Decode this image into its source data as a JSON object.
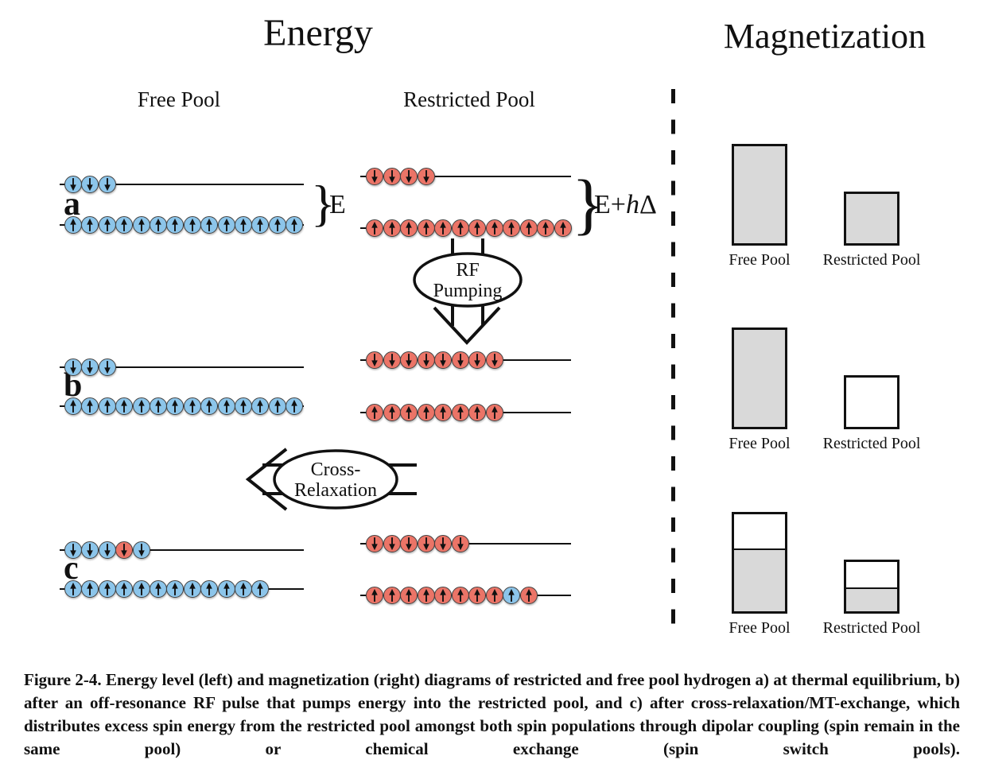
{
  "titles": {
    "energy": "Energy",
    "magnetization": "Magnetization"
  },
  "column_headers": {
    "free": "Free Pool",
    "restricted": "Restricted Pool"
  },
  "energy_labels": {
    "brace": "}",
    "e": "E",
    "e_plus": {
      "pre": "E+",
      "h": "h",
      "delta": "Δ"
    }
  },
  "process_bubbles": {
    "rf": {
      "line1": "RF",
      "line2": "Pumping"
    },
    "cross": {
      "line1": "Cross-",
      "line2": "Relaxation"
    }
  },
  "colors": {
    "blue": "#8cc5ea",
    "red": "#eb7467",
    "bar_gray": "#d9d9d9",
    "line": "#111111"
  },
  "rows": [
    {
      "id": "a",
      "label": "a",
      "free": {
        "upper": {
          "dir": "down",
          "spins": [
            "blue",
            "blue",
            "blue"
          ]
        },
        "lower": {
          "dir": "up",
          "spins": [
            "blue",
            "blue",
            "blue",
            "blue",
            "blue",
            "blue",
            "blue",
            "blue",
            "blue",
            "blue",
            "blue",
            "blue",
            "blue",
            "blue"
          ]
        }
      },
      "restricted": {
        "upper": {
          "dir": "down",
          "spins": [
            "red",
            "red",
            "red",
            "red"
          ]
        },
        "lower": {
          "dir": "up",
          "spins": [
            "red",
            "red",
            "red",
            "red",
            "red",
            "red",
            "red",
            "red",
            "red",
            "red",
            "red",
            "red"
          ]
        }
      }
    },
    {
      "id": "b",
      "label": "b",
      "free": {
        "upper": {
          "dir": "down",
          "spins": [
            "blue",
            "blue",
            "blue"
          ]
        },
        "lower": {
          "dir": "up",
          "spins": [
            "blue",
            "blue",
            "blue",
            "blue",
            "blue",
            "blue",
            "blue",
            "blue",
            "blue",
            "blue",
            "blue",
            "blue",
            "blue",
            "blue"
          ]
        }
      },
      "restricted": {
        "upper": {
          "dir": "down",
          "spins": [
            "red",
            "red",
            "red",
            "red",
            "red",
            "red",
            "red",
            "red"
          ]
        },
        "lower": {
          "dir": "up",
          "spins": [
            "red",
            "red",
            "red",
            "red",
            "red",
            "red",
            "red",
            "red"
          ]
        }
      }
    },
    {
      "id": "c",
      "label": "c",
      "free": {
        "upper": {
          "dir": "down",
          "spins": [
            "blue",
            "blue",
            "blue",
            "red",
            "blue"
          ]
        },
        "lower": {
          "dir": "up",
          "spins": [
            "blue",
            "blue",
            "blue",
            "blue",
            "blue",
            "blue",
            "blue",
            "blue",
            "blue",
            "blue",
            "blue",
            "blue"
          ]
        }
      },
      "restricted": {
        "upper": {
          "dir": "down",
          "spins": [
            "red",
            "red",
            "red",
            "red",
            "red",
            "red"
          ]
        },
        "lower": {
          "dir": "up",
          "spins": [
            "red",
            "red",
            "red",
            "red",
            "red",
            "red",
            "red",
            "red",
            "blue",
            "red"
          ]
        }
      }
    }
  ],
  "magnetization": {
    "bar_labels": {
      "free": "Free Pool",
      "restricted": "Restricted Pool"
    },
    "rows": [
      {
        "free_fill": 1,
        "restricted_fill": 1
      },
      {
        "free_fill": 1,
        "restricted_fill": 0
      },
      {
        "free_fill": 0.645,
        "restricted_fill": 0.48
      }
    ]
  },
  "caption": "Figure 2-4. Energy level (left) and magnetization (right) diagrams of restricted and free pool hydrogen a) at thermal equilibrium, b) after an off-resonance RF pulse that pumps energy into the restricted pool, and c) after cross-relaxation/MT-exchange, which distributes excess spin energy from the restricted pool amongst both spin populations through dipolar coupling (spin remain in the same pool) or chemical exchange (spin switch pools)."
}
